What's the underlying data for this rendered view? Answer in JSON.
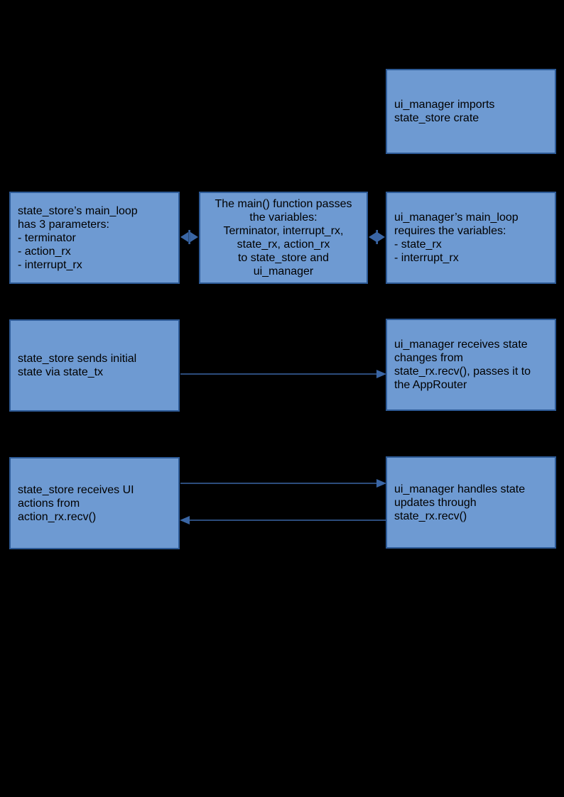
{
  "diagram": {
    "colors": {
      "background": "#000000",
      "box_fill": "#6E9AD2",
      "box_border": "#2D5A96",
      "arrow": "#3A66A5",
      "text": "#000000"
    },
    "boxes": [
      {
        "id": "ui-manager-imports",
        "text": "ui_manager imports\nstate_store crate"
      },
      {
        "id": "state-store-main-loop",
        "text": "state_store’s main_loop\nhas 3 parameters:\n- terminator\n- action_rx\n- interrupt_rx"
      },
      {
        "id": "main-function-passes-variables",
        "text": "The main() function passes\nthe variables:\nTerminator, interrupt_rx,\nstate_rx, action_rx\nto state_store and\nui_manager"
      },
      {
        "id": "ui-manager-main-loop",
        "text": "ui_manager’s main_loop\nrequires the variables:\n- state_rx\n- interrupt_rx"
      },
      {
        "id": "state-store-sends-initial-state",
        "text": "state_store sends initial\nstate via state_tx"
      },
      {
        "id": "ui-manager-receives-state",
        "text": "ui_manager receives state\nchanges from\nstate_rx.recv(), passes it to\nthe AppRouter"
      },
      {
        "id": "state-store-receives-ui-actions",
        "text": "state_store receives UI\nactions from\naction_rx.recv()"
      },
      {
        "id": "ui-manager-handles-state",
        "text": "ui_manager handles state\nupdates through\nstate_rx.recv()"
      }
    ],
    "edges": [
      {
        "from": "main-function-passes-variables",
        "to": "state-store-main-loop",
        "type": "bidirectional"
      },
      {
        "from": "main-function-passes-variables",
        "to": "ui-manager-main-loop",
        "type": "bidirectional"
      },
      {
        "from": "state-store-sends-initial-state",
        "to": "ui-manager-receives-state",
        "type": "arrow"
      },
      {
        "from": "state-store-receives-ui-actions",
        "to": "ui-manager-handles-state",
        "type": "arrow"
      },
      {
        "from": "ui-manager-handles-state",
        "to": "state-store-receives-ui-actions",
        "type": "arrow"
      }
    ]
  }
}
